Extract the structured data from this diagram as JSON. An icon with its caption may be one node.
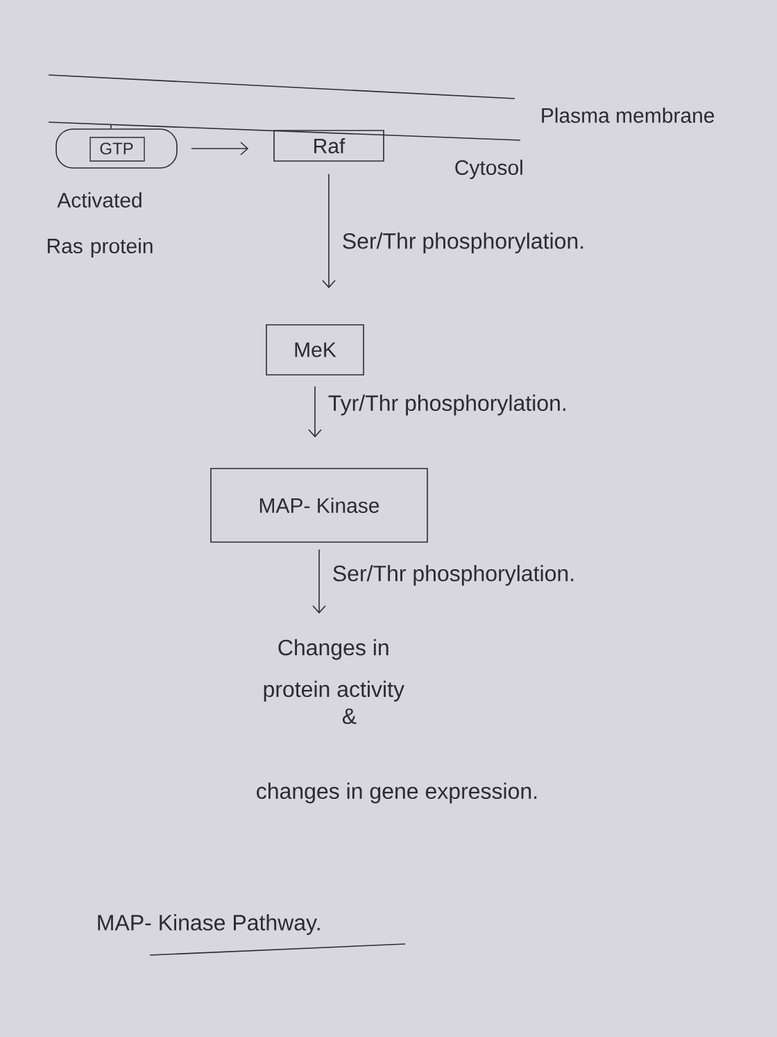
{
  "diagram": {
    "title": "MAP- Kinase Pathway.",
    "nodes": [
      {
        "text": [
          "GTP"
        ],
        "beside": [
          "Activated Ras protein"
        ]
      },
      {
        "text": [
          "Raf"
        ]
      },
      {
        "text": [
          "MeK"
        ]
      },
      {
        "text": [
          "MAP- Kinase"
        ]
      },
      {
        "text": [
          "Changes in protein activity",
          "&",
          "changes in gene expression."
        ]
      }
    ],
    "edges": [
      {
        "from": 0,
        "to": 1,
        "arrow": "to"
      },
      {
        "from": 1,
        "to": 2,
        "arrow": "to",
        "label": "Ser/Thr phosphorylation."
      },
      {
        "from": 2,
        "to": 3,
        "arrow": "to",
        "label": "Tyr/Thr phosphorylation."
      },
      {
        "from": 3,
        "to": 4,
        "arrow": "to",
        "label": "Ser/Thr phosphorylation."
      }
    ],
    "labels": [
      "Plasma membrane",
      "Cytosol"
    ]
  }
}
